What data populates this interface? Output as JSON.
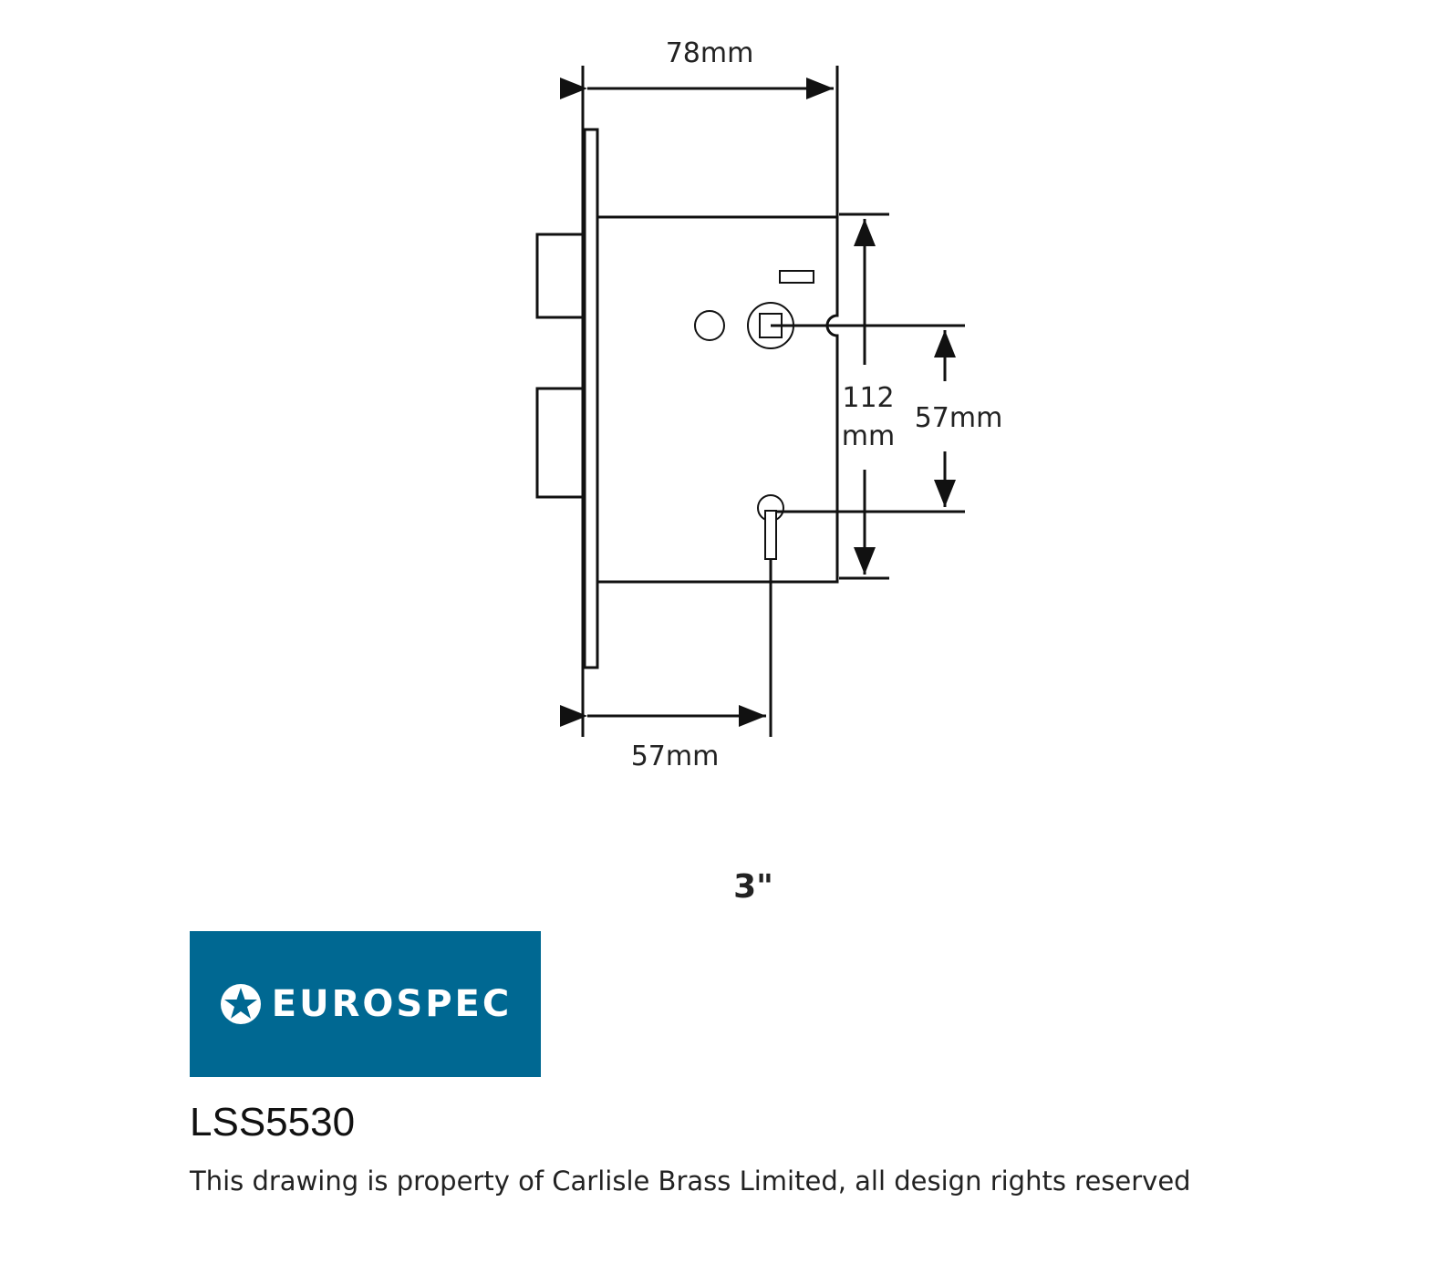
{
  "drawing": {
    "dim_width": "78mm",
    "dim_height_num": "112",
    "dim_height_unit": "mm",
    "dim_centres": "57mm",
    "dim_backset": "57mm",
    "size_label": "3\""
  },
  "brand": {
    "name": "EUROSPEC",
    "color": "#006892",
    "icon": "star-circle-icon"
  },
  "product_code": "LSS5530",
  "footer": "This drawing is property of Carlisle Brass Limited, all design rights reserved"
}
